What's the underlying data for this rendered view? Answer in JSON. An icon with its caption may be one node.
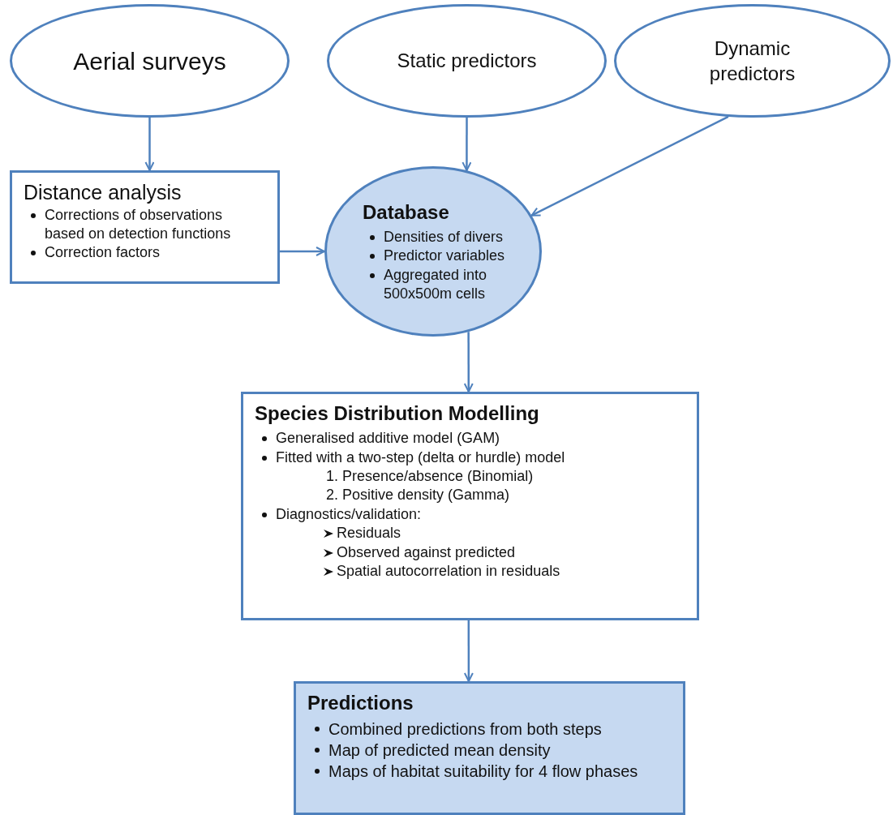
{
  "diagram": {
    "nodes": [
      {
        "text": [
          "Aerial surveys"
        ]
      },
      {
        "text": [
          "Static predictors"
        ]
      },
      {
        "text": [
          "Dynamic predictors"
        ]
      },
      {
        "text": [
          "Distance analysis",
          "Corrections of observations based on detection functions",
          "Correction factors"
        ]
      },
      {
        "text": [
          "Database",
          "Densities of divers",
          "Predictor variables",
          "Aggregated into 500x500m cells"
        ]
      },
      {
        "text": [
          "Species Distribution Modelling",
          "Generalised additive model (GAM)",
          "Fitted with a two-step (delta or hurdle) model",
          "1. Presence/absence (Binomial)",
          "2. Positive density (Gamma)",
          "Diagnostics/validation:",
          "Residuals",
          "Observed against predicted",
          "Spatial autocorrelation in residuals"
        ]
      },
      {
        "text": [
          "Predictions",
          "Combined predictions from both steps",
          "Map of predicted mean density",
          "Maps of habitat suitability for 4 flow phases"
        ]
      }
    ],
    "edges": [
      {
        "from": 0,
        "to": 3,
        "arrow": "to"
      },
      {
        "from": 1,
        "to": 4,
        "arrow": "to"
      },
      {
        "from": 2,
        "to": 4,
        "arrow": "to"
      },
      {
        "from": 3,
        "to": 4,
        "arrow": "to"
      },
      {
        "from": 4,
        "to": 5,
        "arrow": "to"
      },
      {
        "from": 5,
        "to": 6,
        "arrow": "to"
      }
    ]
  }
}
